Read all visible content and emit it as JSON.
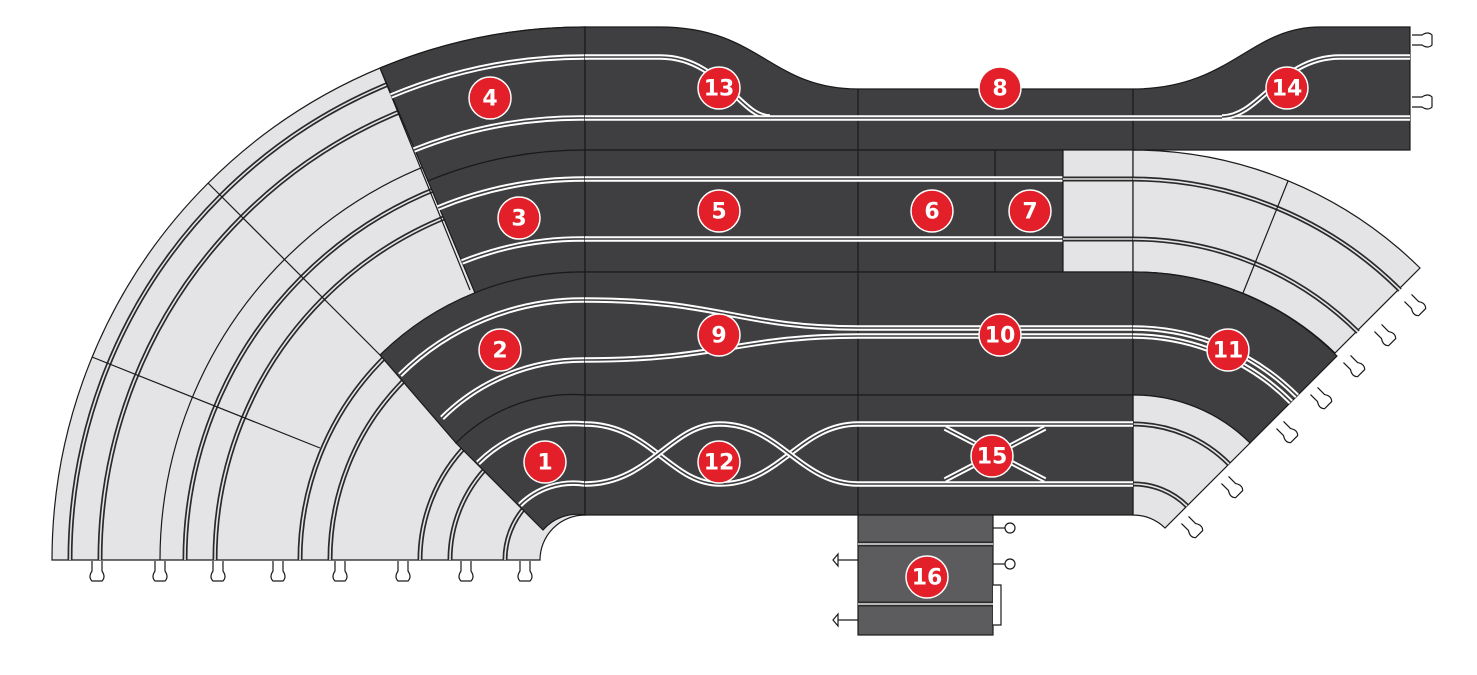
{
  "pieces": [
    {
      "id": "piece-1",
      "label": "1"
    },
    {
      "id": "piece-2",
      "label": "2"
    },
    {
      "id": "piece-3",
      "label": "3"
    },
    {
      "id": "piece-4",
      "label": "4"
    },
    {
      "id": "piece-5",
      "label": "5"
    },
    {
      "id": "piece-6",
      "label": "6"
    },
    {
      "id": "piece-7",
      "label": "7"
    },
    {
      "id": "piece-8",
      "label": "8"
    },
    {
      "id": "piece-9",
      "label": "9"
    },
    {
      "id": "piece-10",
      "label": "10"
    },
    {
      "id": "piece-11",
      "label": "11"
    },
    {
      "id": "piece-12",
      "label": "12"
    },
    {
      "id": "piece-13",
      "label": "13"
    },
    {
      "id": "piece-14",
      "label": "14"
    },
    {
      "id": "piece-15",
      "label": "15"
    },
    {
      "id": "piece-16",
      "label": "16"
    }
  ],
  "colors": {
    "track_dark": "#3f3f41",
    "track_light": "#e4e4e6",
    "track_mid": "#5c5c5e",
    "badge": "#e3202a",
    "slot": "#ffffff"
  }
}
